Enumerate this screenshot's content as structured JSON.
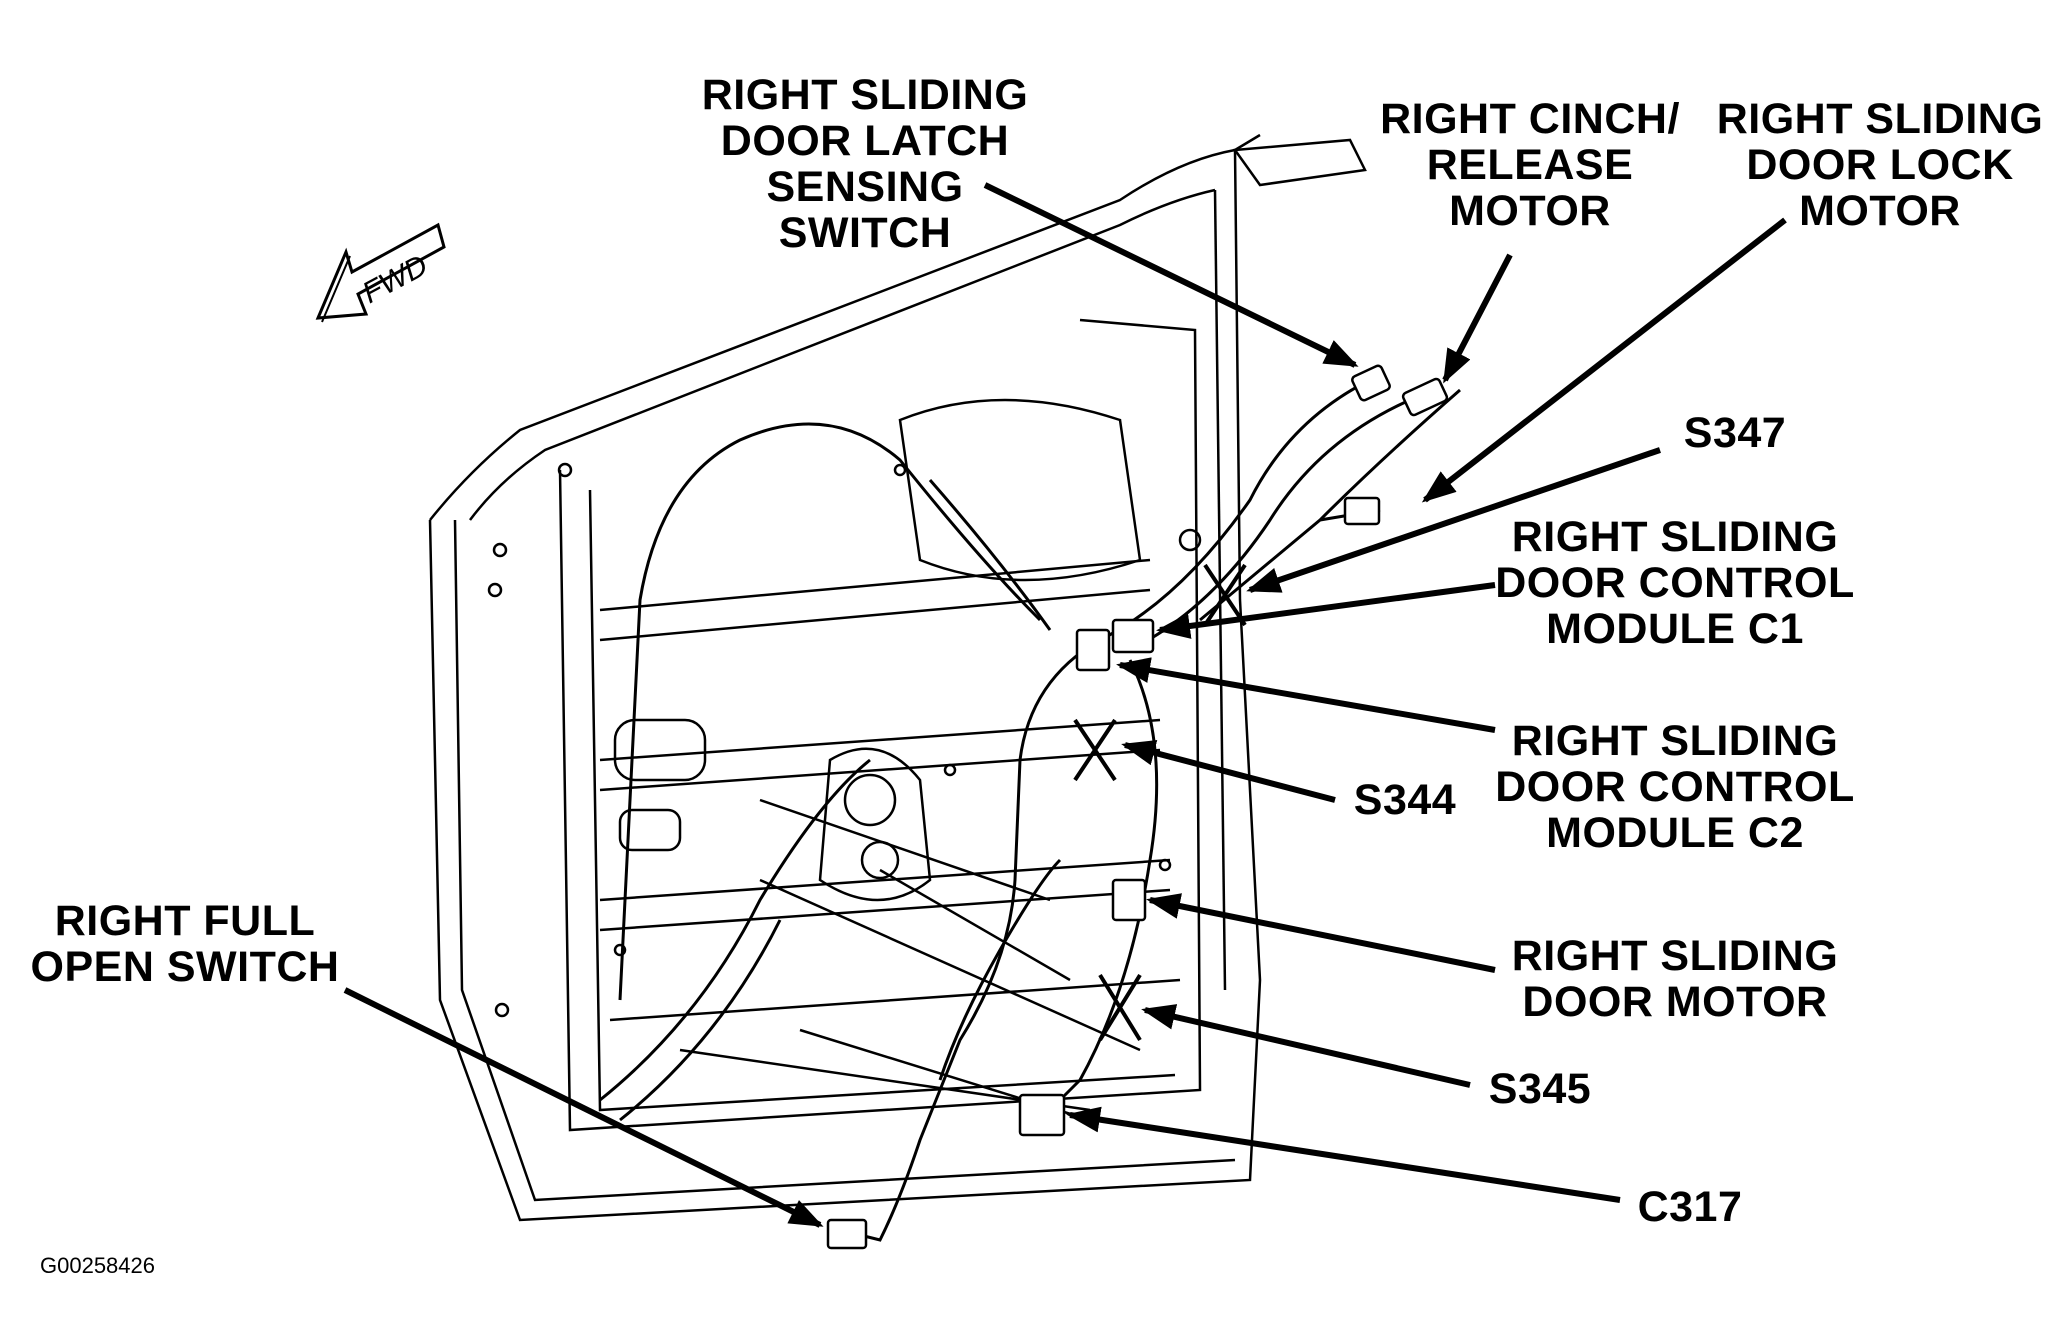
{
  "orientation": {
    "label": "FWD"
  },
  "callouts": {
    "latch_switch": {
      "lines": [
        "RIGHT SLIDING",
        "DOOR LATCH",
        "SENSING",
        "SWITCH"
      ]
    },
    "cinch_motor": {
      "lines": [
        "RIGHT CINCH/",
        "RELEASE",
        "MOTOR"
      ]
    },
    "lock_motor": {
      "lines": [
        "RIGHT SLIDING",
        "DOOR LOCK",
        "MOTOR"
      ]
    },
    "s347": {
      "lines": [
        "S347"
      ]
    },
    "control_c1": {
      "lines": [
        "RIGHT SLIDING",
        "DOOR CONTROL",
        "MODULE C1"
      ]
    },
    "control_c2": {
      "lines": [
        "RIGHT SLIDING",
        "DOOR CONTROL",
        "MODULE C2"
      ]
    },
    "s344": {
      "lines": [
        "S344"
      ]
    },
    "door_motor": {
      "lines": [
        "RIGHT SLIDING",
        "DOOR MOTOR"
      ]
    },
    "s345": {
      "lines": [
        "S345"
      ]
    },
    "c317": {
      "lines": [
        "C317"
      ]
    },
    "full_open_switch": {
      "lines": [
        "RIGHT FULL",
        "OPEN SWITCH"
      ]
    }
  },
  "figure_code": "G00258426",
  "colors": {
    "ink": "#000000",
    "paper": "#ffffff"
  }
}
